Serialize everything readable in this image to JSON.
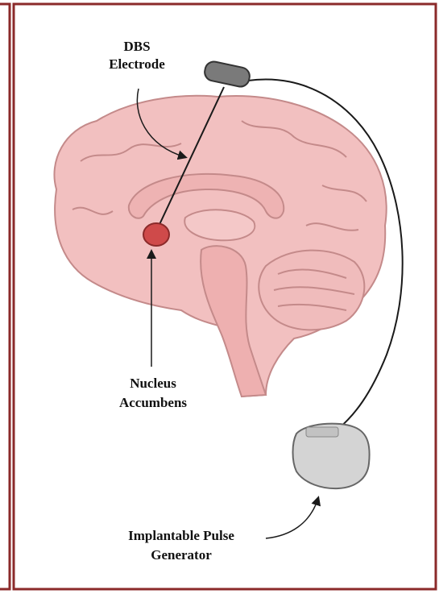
{
  "labels": {
    "dbs_line1": "DBS",
    "dbs_line2": "Electrode",
    "nucleus_line1": "Nucleus",
    "nucleus_line2": "Accumbens",
    "ipg_line1": "Implantable Pulse",
    "ipg_line2": "Generator"
  },
  "colors": {
    "frame": "#8b2a2a",
    "brain_fill": "#f2c0c0",
    "brain_stroke": "#c48a8a",
    "nucleus": "#cf4a4a",
    "electrode": "#7a7a7a",
    "generator": "#d4d4d4",
    "lead": "#1a1a1a"
  }
}
